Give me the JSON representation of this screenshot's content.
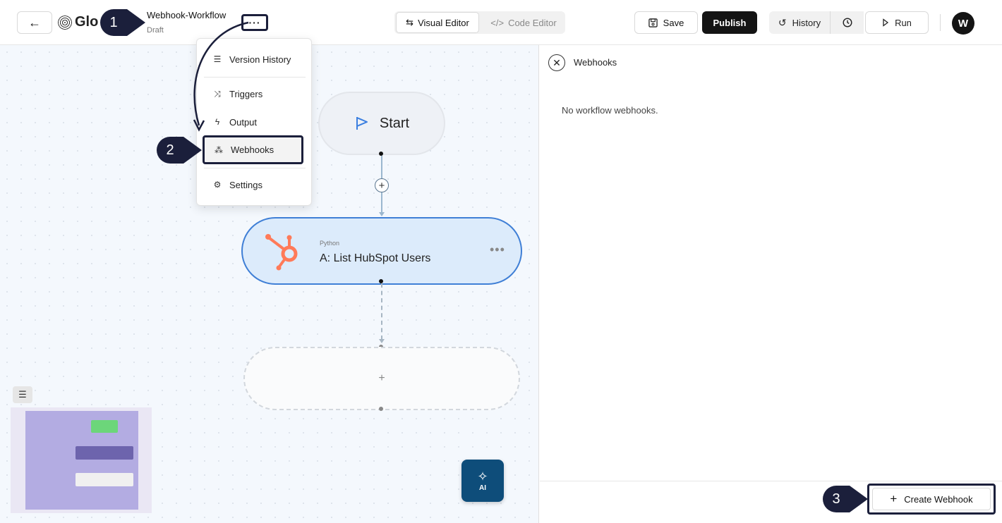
{
  "header": {
    "logo_text": "Glo",
    "workflow_title": "Webhook-Workflow",
    "workflow_status": "Draft",
    "more_label": "···",
    "visual_editor_label": "Visual Editor",
    "code_editor_label": "Code Editor",
    "save_label": "Save",
    "publish_label": "Publish",
    "history_label": "History",
    "run_label": "Run",
    "avatar_initial": "W"
  },
  "menu": {
    "items": [
      {
        "label": "Version History",
        "icon": "stack-icon"
      },
      {
        "label": "Triggers",
        "icon": "triggers-icon"
      },
      {
        "label": "Output",
        "icon": "bolt-icon"
      },
      {
        "label": "Webhooks",
        "icon": "webhook-icon"
      },
      {
        "label": "Settings",
        "icon": "gear-icon"
      }
    ]
  },
  "canvas": {
    "start_label": "Start",
    "add_step_symbol": "+",
    "node": {
      "subtitle": "Python",
      "title": "A: List HubSpot Users",
      "more_label": "•••"
    },
    "empty_node_symbol": "+",
    "ai_label": "AI"
  },
  "panel": {
    "title": "Webhooks",
    "empty_text": "No workflow webhooks.",
    "create_label": "Create Webhook"
  },
  "callouts": [
    "1",
    "2",
    "3"
  ],
  "colors": {
    "accent_blue": "#3f7fd6",
    "hubspot_orange": "#ff7a59",
    "publish_bg": "#141414",
    "callout_navy": "#1b1f3b",
    "ai_bg": "#0e4d7a"
  }
}
